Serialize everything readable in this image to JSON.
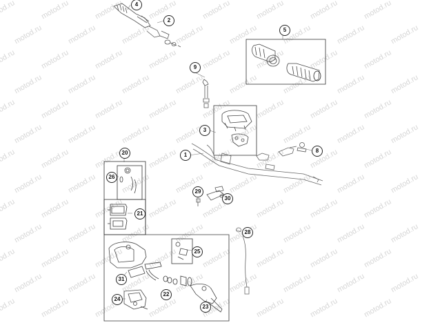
{
  "watermark": {
    "text": "motod.ru"
  },
  "callouts": [
    {
      "id": "c1",
      "label": "1"
    },
    {
      "id": "c2",
      "label": "2"
    },
    {
      "id": "c3",
      "label": "3"
    },
    {
      "id": "c4",
      "label": "4"
    },
    {
      "id": "c5",
      "label": "5"
    },
    {
      "id": "c8",
      "label": "8"
    },
    {
      "id": "c9",
      "label": "9"
    },
    {
      "id": "c20",
      "label": "20"
    },
    {
      "id": "c21",
      "label": "21"
    },
    {
      "id": "c22",
      "label": "22"
    },
    {
      "id": "c23",
      "label": "23"
    },
    {
      "id": "c24",
      "label": "24"
    },
    {
      "id": "c25",
      "label": "25"
    },
    {
      "id": "c26",
      "label": "26"
    },
    {
      "id": "c28",
      "label": "28"
    },
    {
      "id": "c29",
      "label": "29"
    },
    {
      "id": "c30",
      "label": "30"
    },
    {
      "id": "c31",
      "label": "31"
    }
  ]
}
